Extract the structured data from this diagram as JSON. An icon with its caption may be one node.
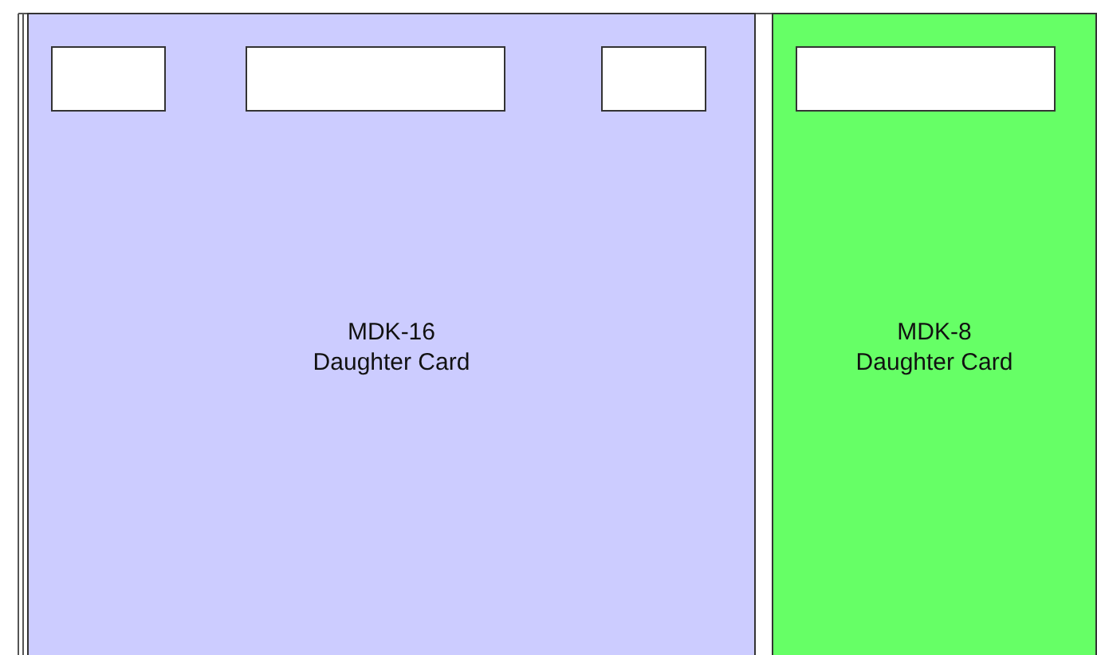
{
  "diagram": {
    "nodes": [
      {
        "text": [
          "MDK-16 Daughter Card"
        ]
      },
      {
        "text": [],
        "shape": "box",
        "in": 0
      },
      {
        "text": [],
        "shape": "box",
        "in": 0
      },
      {
        "text": [],
        "shape": "box",
        "in": 0
      },
      {
        "text": [
          "MDK-8 Daughter Card"
        ]
      },
      {
        "text": [],
        "shape": "box",
        "in": 4
      }
    ]
  }
}
